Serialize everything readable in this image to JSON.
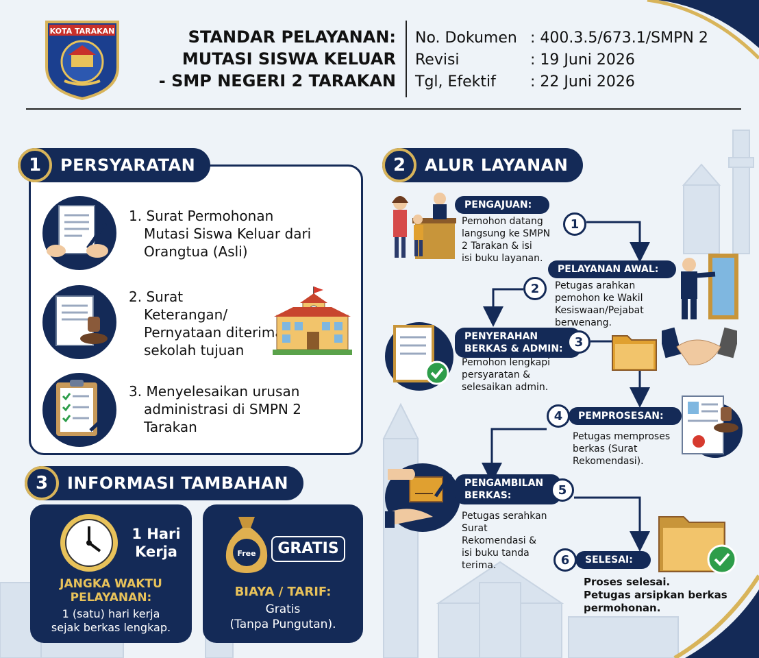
{
  "header": {
    "logo_text": "KOTA TARAKAN",
    "title_lines": [
      "STANDAR PELAYANAN:",
      "MUTASI SISWA KELUAR",
      "- SMP NEGERI 2 TARAKAN"
    ],
    "meta": [
      {
        "key": "No. Dokumen",
        "value": ": 400.3.5/673.1/SMPN 2"
      },
      {
        "key": "Revisi",
        "value": ": 19 Juni 2026"
      },
      {
        "key": "Tgl, Efektif",
        "value": ": 22 Juni 2026"
      }
    ]
  },
  "sections": {
    "persyaratan": {
      "num": "1",
      "title": "PERSYARATAN"
    },
    "alur": {
      "num": "2",
      "title": "ALUR LAYANAN"
    },
    "info": {
      "num": "3",
      "title": "INFORMASI TAMBAHAN"
    }
  },
  "requirements": [
    {
      "num": "1.",
      "lines": [
        "Surat Permohonan",
        "Mutasi Siswa Keluar dari",
        "Orangtua (Asli)"
      ]
    },
    {
      "num": "2.",
      "lines": [
        "Surat",
        "Keterangan/",
        "Pernyataan diterima di",
        "sekolah tujuan"
      ]
    },
    {
      "num": "3.",
      "lines": [
        "Menyelesaikan urusan",
        "administrasi di SMPN 2",
        "Tarakan"
      ]
    }
  ],
  "info": {
    "time": {
      "headline_lines": [
        "1 Hari",
        "Kerja"
      ],
      "label_lines": [
        "JANGKA WAKTU",
        "PELAYANAN:"
      ],
      "desc_lines": [
        "1 (satu) hari kerja",
        "sejak berkas lengkap."
      ]
    },
    "cost": {
      "bag_text": "Free",
      "badge": "GRATIS",
      "label": "BIAYA / TARIF:",
      "desc_lines": [
        "Gratis",
        "(Tanpa Pungutan)."
      ]
    }
  },
  "flow": [
    {
      "num": "1",
      "title_lines": [
        "PENGAJUAN:"
      ],
      "desc_lines": [
        "Pemohon datang",
        "langsung ke SMPN",
        "2 Tarakan & isi",
        "isi buku layanan."
      ]
    },
    {
      "num": "2",
      "title_lines": [
        "PELAYANAN AWAL:"
      ],
      "desc_lines": [
        "Petugas arahkan",
        "pemohon ke Wakil",
        "Kesiswaan/Pejabat",
        "berwenang."
      ]
    },
    {
      "num": "3",
      "title_lines": [
        "PENYERAHAN",
        "BERKAS & ADMIN:"
      ],
      "desc_lines": [
        "Pemohon lengkapi",
        "persyaratan &",
        "selesaikan admin."
      ]
    },
    {
      "num": "4",
      "title_lines": [
        "PEMPROSESAN:"
      ],
      "desc_lines": [
        "Petugas memproses",
        "berkas (Surat",
        "Rekomendasi)."
      ]
    },
    {
      "num": "5",
      "title_lines": [
        "PENGAMBILAN",
        "BERKAS:"
      ],
      "desc_lines": [
        "Petugas serahkan",
        "Surat",
        "Rekomendasi &",
        "isi buku tanda",
        "terima."
      ]
    },
    {
      "num": "6",
      "title_lines": [
        "SELESAI:"
      ],
      "desc_lines": [
        "Proses selesai.",
        "Petugas arsipkan berkas",
        "permohonan."
      ]
    }
  ],
  "colors": {
    "navy": "#142a57",
    "gold": "#d8b45a",
    "background": "#eef3f8"
  }
}
